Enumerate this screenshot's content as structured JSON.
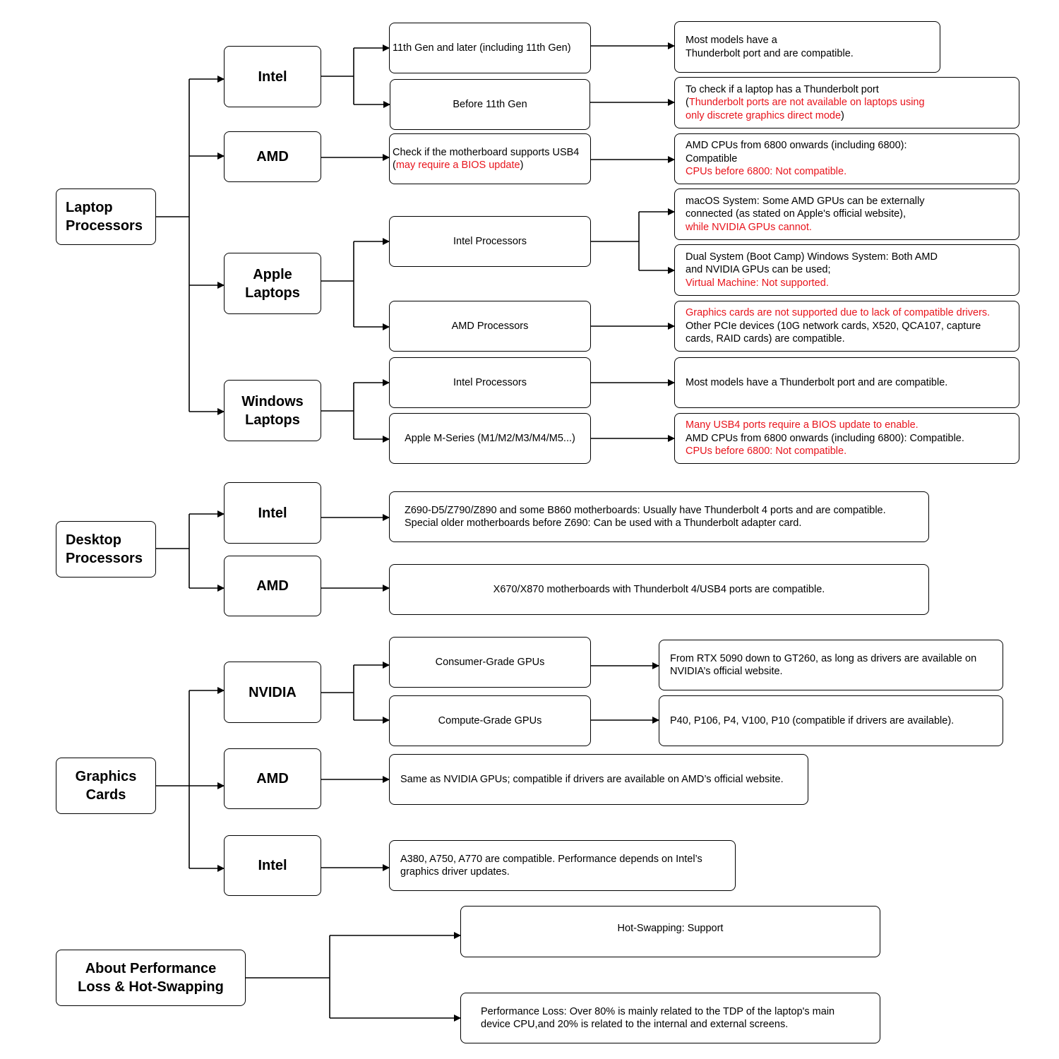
{
  "groups": {
    "laptop": {
      "root": [
        "Laptop",
        "Processors"
      ],
      "intel": {
        "label": "Intel",
        "gen11": {
          "label": "11th Gen and later (including 11th Gen)",
          "detail": [
            "Most models have a",
            "Thunderbolt port and are  compatible."
          ]
        },
        "before11": {
          "label": "Before 11th Gen",
          "detail": {
            "line1": "To check if a laptop has a Thunderbolt port",
            "line2_open": "(",
            "line2_red": "Thunderbolt ports are not available on laptops using",
            "line3_red": "only discrete graphics direct mode",
            "line3_close": ")"
          }
        }
      },
      "amd": {
        "label": "AMD",
        "check": {
          "line1": "Check if the motherboard supports USB4",
          "line2_open": " (",
          "line2_red": "may require a BIOS update",
          "line2_close": ")"
        },
        "detail": {
          "line1": "AMD CPUs from 6800 onwards (including 6800):",
          "line2": "Compatible",
          "line3_red": "CPUs before 6800: Not compatible."
        }
      },
      "apple": {
        "label": [
          "Apple",
          "Laptops"
        ],
        "intel": {
          "label": "Intel Processors",
          "macos": {
            "line1": "macOS System: Some AMD GPUs can be externally",
            "line2": "connected (as stated on Apple's official website),",
            "line3_red": "while NVIDIA GPUs cannot."
          },
          "bootcamp": {
            "line1": "Dual System (Boot Camp) Windows System: Both AMD",
            "line2": "and NVIDIA GPUs can be used;",
            "line3_red": "Virtual Machine: Not supported."
          }
        },
        "amd": {
          "label": "AMD  Processors",
          "detail": {
            "line1_red": "Graphics cards are not supported due to lack of compatible drivers.",
            "line2": "Other PCIe devices (10G network cards, X520, QCA107, capture",
            "line3": "cards, RAID cards) are compatible."
          }
        }
      },
      "windows": {
        "label": [
          "Windows",
          "Laptops"
        ],
        "intel": {
          "label": "Intel Processors",
          "detail": "Most models have a Thunderbolt port and are compatible."
        },
        "apple_m": {
          "label": "Apple M-Series (M1/M2/M3/M4/M5...)",
          "detail": {
            "line1_red": "Many USB4 ports require a BIOS update to enable.",
            "line2": "AMD CPUs from 6800 onwards (including 6800): Compatible.",
            "line3_red": "CPUs before 6800: Not compatible."
          }
        }
      }
    },
    "desktop": {
      "root": [
        "Desktop",
        "Processors"
      ],
      "intel": {
        "label": "Intel",
        "detail": [
          "Z690-D5/Z790/Z890 and some B860 motherboards: Usually have Thunderbolt 4 ports and are compatible.",
          "Special older motherboards before Z690: Can be used with a Thunderbolt adapter card."
        ]
      },
      "amd": {
        "label": "AMD",
        "detail": "X670/X870 motherboards with Thunderbolt 4/USB4 ports are compatible."
      }
    },
    "gpu": {
      "root": [
        "Graphics",
        "Cards"
      ],
      "nvidia": {
        "label": "NVIDIA",
        "consumer": {
          "label": "Consumer-Grade GPUs",
          "detail": [
            "From RTX 5090 down to GT260, as long as drivers are available on",
            "NVIDIA’s official website."
          ]
        },
        "compute": {
          "label": "Compute-Grade GPUs",
          "detail": "P40, P106, P4, V100, P10 (compatible if drivers are available)."
        }
      },
      "amd": {
        "label": "AMD",
        "detail": "Same as NVIDIA GPUs; compatible if drivers are available on AMD’s official website."
      },
      "intel": {
        "label": "Intel",
        "detail": [
          "A380, A750, A770 are compatible. Performance depends on Intel’s",
          "graphics driver updates."
        ]
      }
    },
    "perf": {
      "root": [
        "About Performance",
        "Loss & Hot-Swapping"
      ],
      "hotswap": "Hot-Swapping: Support",
      "loss": [
        "Performance Loss: Over 80% is mainly related to the TDP of the laptop's main",
        "device CPU,and 20% is related to the internal and external screens."
      ]
    }
  }
}
